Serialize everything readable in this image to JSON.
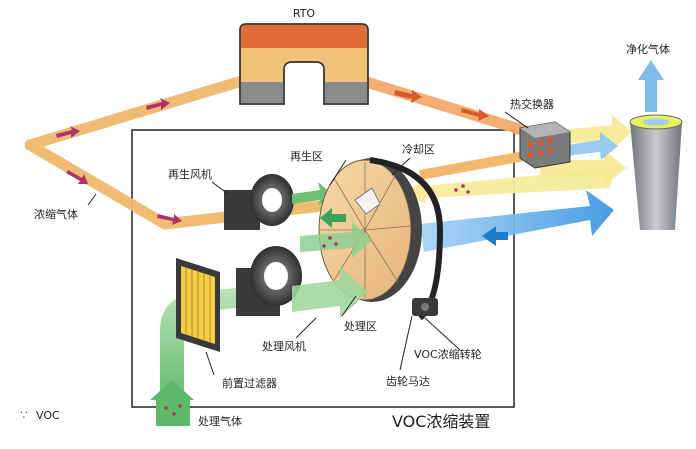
{
  "labels": {
    "rto": "RTO",
    "clean_gas": "净化气体",
    "heat_exchanger": "热交换器",
    "concentrated_gas": "浓缩气体",
    "regen_fan": "再生风机",
    "regen_zone": "再生区",
    "cooling_zone": "冷却区",
    "process_zone": "处理区",
    "process_fan": "处理风机",
    "rotor": "VOC浓缩转轮",
    "pre_filter": "前置过滤器",
    "gear_motor": "齿轮马达",
    "device_title": "VOC浓缩装置",
    "inlet_gas": "处理气体",
    "legend_voc": "VOC",
    "legend_symbol": "∵"
  },
  "colors": {
    "hot_duct": "#efb76a",
    "cool_duct": "#f6ec9c",
    "process_air": "#8ccf8f",
    "clean_air": "#5aa9e6",
    "rto_top": "#e06a3a",
    "rto_mid": "#f2c27a",
    "rto_bottom": "#8c8c8c",
    "voc_dot": "#b0306a"
  },
  "icons": [
    "rto-unit-icon",
    "chimney-icon",
    "heat-exchanger-icon",
    "fan-icon",
    "filter-icon",
    "rotor-wheel-icon",
    "motor-icon"
  ]
}
